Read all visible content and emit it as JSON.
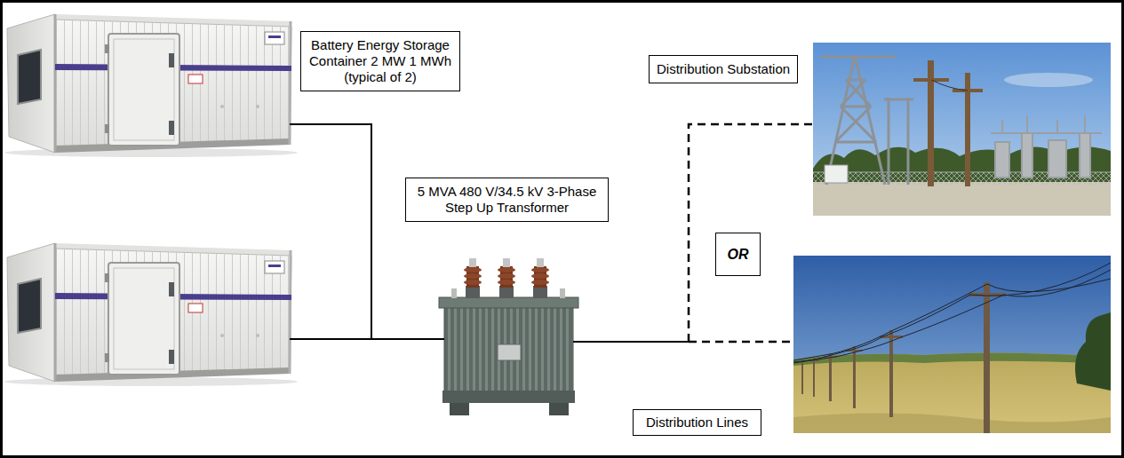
{
  "diagram": {
    "nodes": [
      {
        "text": [
          "Battery Energy Storage Container 2 MW 1 MWh (typical of 2)"
        ]
      },
      {
        "text": [
          "5 MVA 480 V/34.5 kV 3-Phase Step Up Transformer"
        ]
      },
      {
        "text": [
          "Distribution Substation"
        ]
      },
      {
        "text": [
          "OR"
        ]
      },
      {
        "text": [
          "Distribution Lines"
        ]
      }
    ]
  }
}
